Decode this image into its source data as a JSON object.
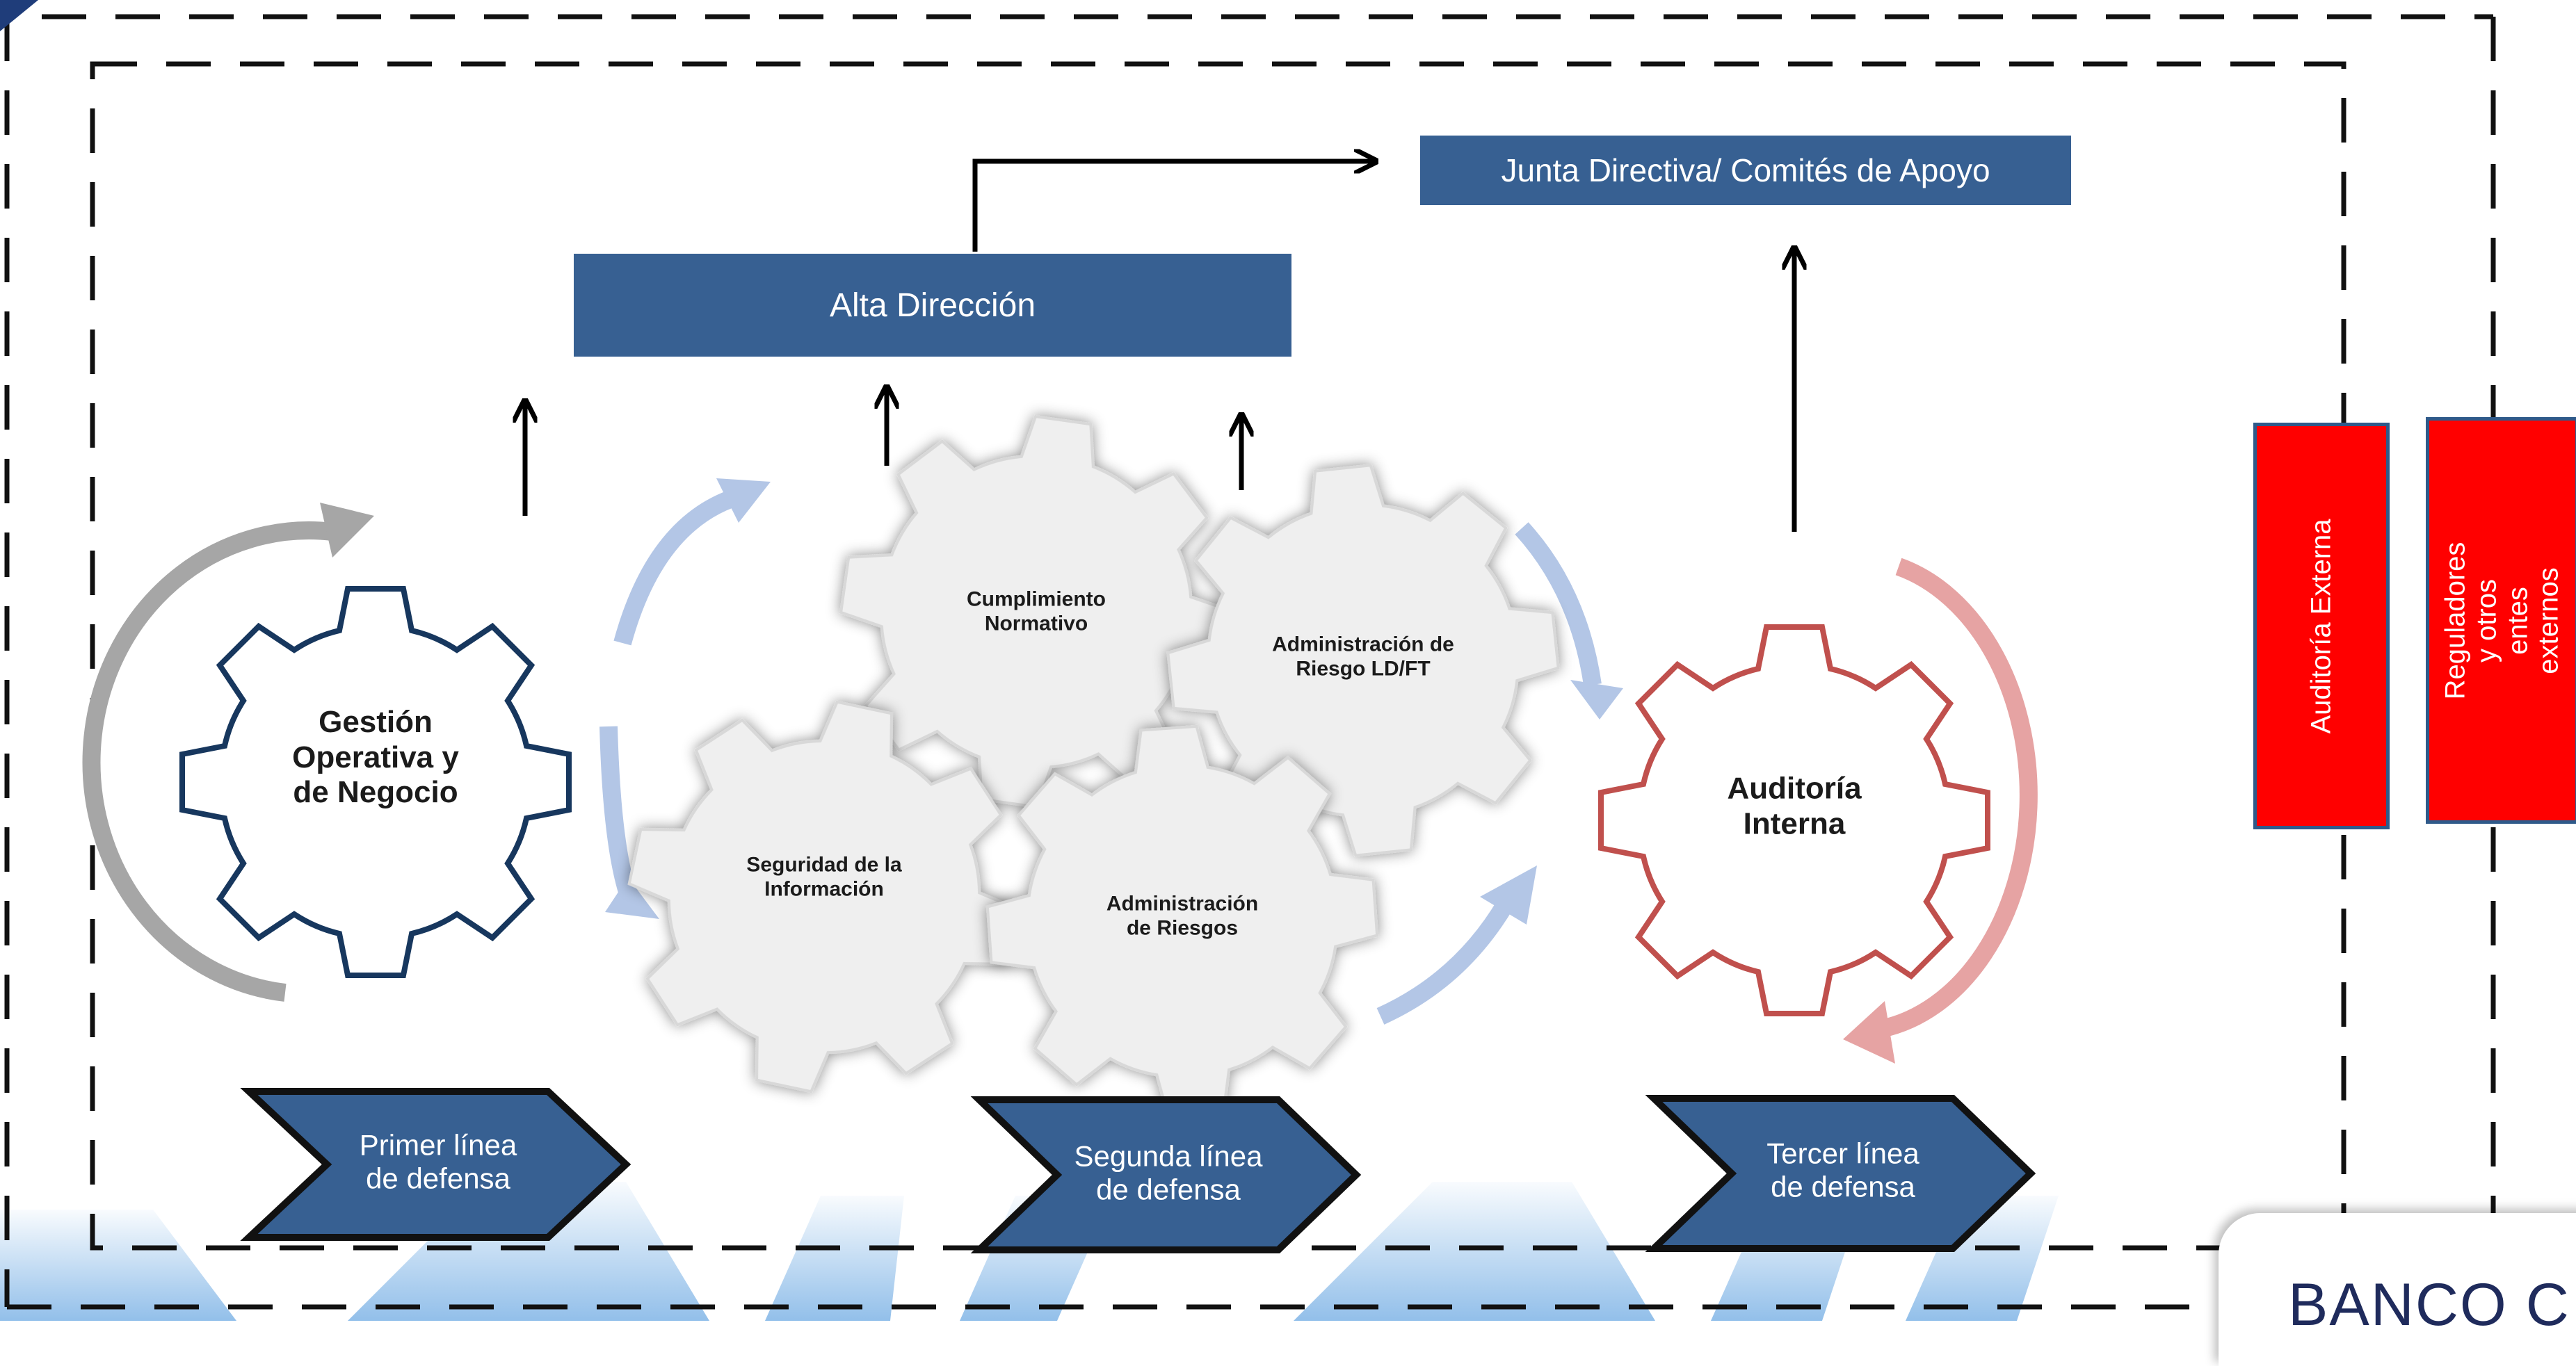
{
  "diagram": {
    "top_box": "Junta Directiva/ Comités de Apoyo",
    "management_box": "Alta Dirección",
    "external_audit": "Auditoría Externa",
    "regulators": "Reguladores y otros\nentes externos",
    "gears": {
      "operations": "Gestión\nOperativa y\nde Negocio",
      "compliance": "Cumplimiento\nNormativo",
      "aml_risk": "Administración de\nRiesgo LD/FT",
      "info_security": "Seguridad de la\nInformación",
      "risk_management": "Administración\nde Riesgos",
      "internal_audit": "Auditoría\nInterna"
    },
    "lines": {
      "first": "Primer línea\nde defensa",
      "second": "Segunda línea\nde defensa",
      "third": "Tercer línea\nde defensa"
    }
  },
  "logo": {
    "text": "BANCO C"
  },
  "colors": {
    "box_blue": "#376092",
    "external_red": "#ff0000",
    "gear_navy": "#17375e",
    "gear_red": "#c0504d",
    "flow_arrow_light_blue": "#b3c6e6",
    "flow_arrow_gray": "#a6a6a6",
    "flow_arrow_pink": "#e6a3a3",
    "watermark_blue": "#7fb4e6"
  }
}
